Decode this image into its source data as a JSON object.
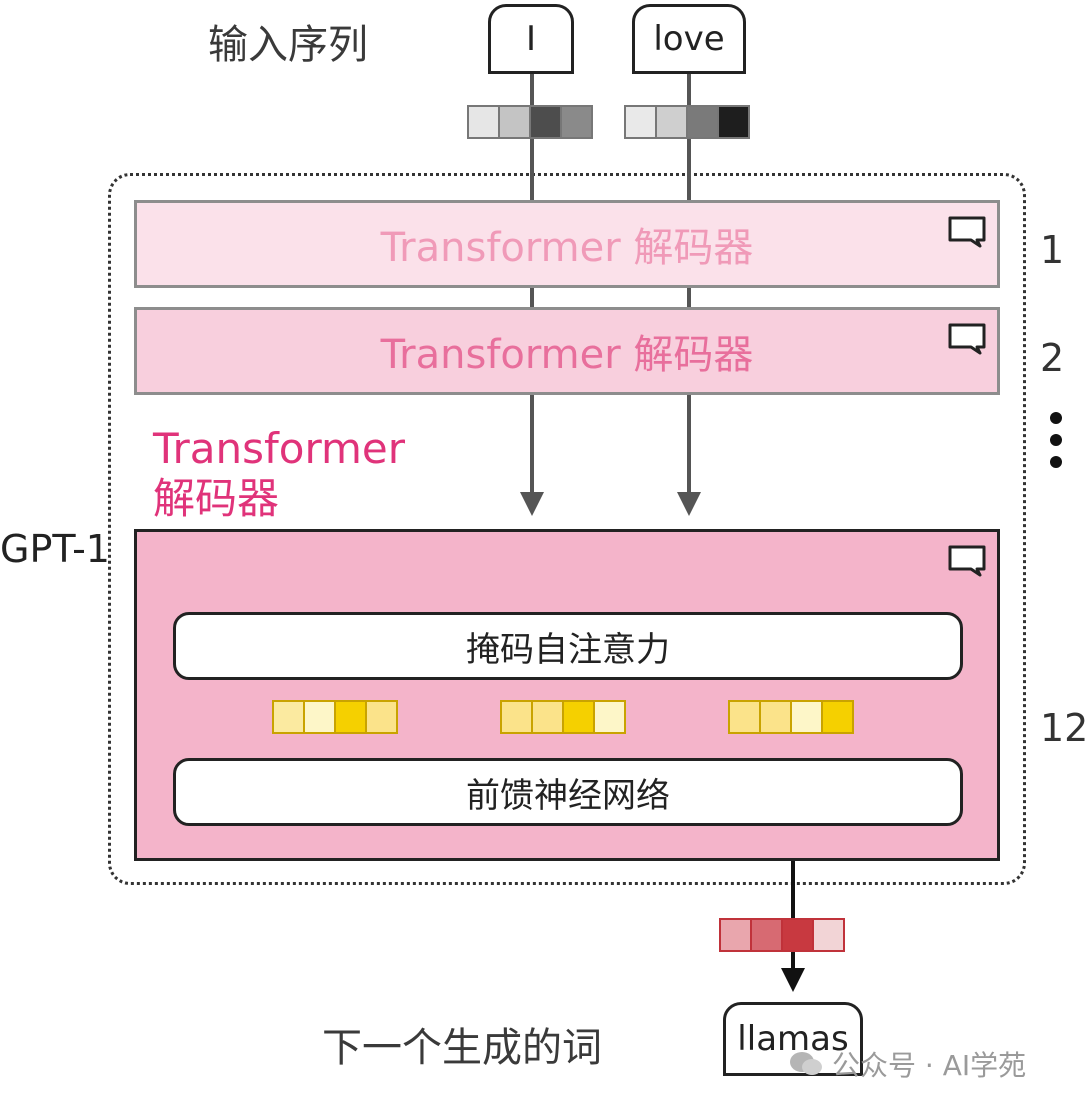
{
  "input_label": "输入序列",
  "input_tokens": [
    "I",
    "love"
  ],
  "input_vectors": [
    [
      "#e6e6e6",
      "#c4c4c4",
      "#4d4d4d",
      "#8a8a8a"
    ],
    [
      "#e9e9e9",
      "#cfcfcf",
      "#7a7a7a",
      "#1e1e1e"
    ]
  ],
  "decoder_layers": [
    {
      "label": "Transformer 解码器",
      "number": "1",
      "bg": "#fbe1ea",
      "text_color": "#f09ab8"
    },
    {
      "label": "Transformer 解码器",
      "number": "2",
      "bg": "#f8cfdd",
      "text_color": "#e86f9c"
    }
  ],
  "ellipsis": "⋮",
  "decoder_title": "Transformer\n解码器",
  "model_label": "GPT-1",
  "main_decoder": {
    "number": "12",
    "attention_label": "掩码自注意力",
    "ffn_label": "前馈神经网络",
    "attention_vectors": [
      [
        "#fbeaa0",
        "#fdf6c8",
        "#f5d000",
        "#fbe38a"
      ],
      [
        "#fbe38a",
        "#fbe38a",
        "#f5d000",
        "#fdf6c8"
      ],
      [
        "#fbe38a",
        "#fbe38a",
        "#fdf6c8",
        "#f5d000"
      ]
    ]
  },
  "output_vector": [
    "#e9a6ad",
    "#d76a72",
    "#c83940",
    "#f2d4d6"
  ],
  "output_label": "下一个生成的词",
  "output_token": "llamas",
  "watermark": "公众号 · AI学苑"
}
